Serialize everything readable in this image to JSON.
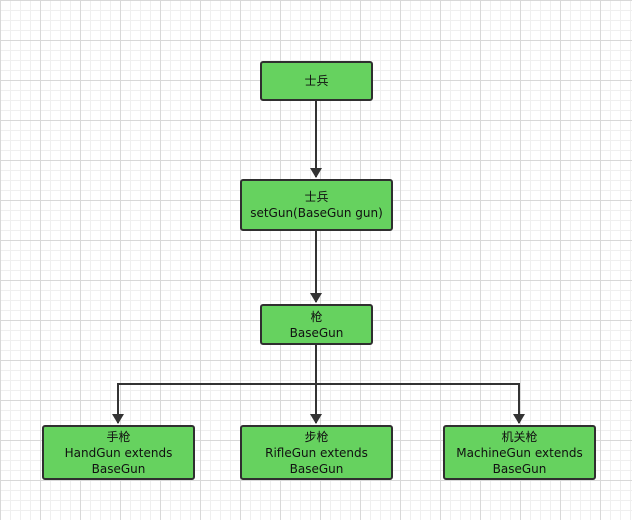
{
  "diagram": {
    "nodes": {
      "soldier": {
        "lines": [
          "士兵"
        ]
      },
      "soldier_setgun": {
        "lines": [
          "士兵",
          "setGun(BaseGun gun)"
        ]
      },
      "gun": {
        "lines": [
          "枪",
          "BaseGun"
        ]
      },
      "handgun": {
        "lines": [
          "手枪",
          "HandGun extends",
          "BaseGun"
        ]
      },
      "riflegun": {
        "lines": [
          "步枪",
          "RifleGun extends",
          "BaseGun"
        ]
      },
      "machinegun": {
        "lines": [
          "机关枪",
          "MachineGun extends",
          "BaseGun"
        ]
      }
    },
    "edges": [
      {
        "from": "soldier",
        "to": "soldier_setgun"
      },
      {
        "from": "soldier_setgun",
        "to": "gun"
      },
      {
        "from": "gun",
        "to": "handgun"
      },
      {
        "from": "gun",
        "to": "riflegun"
      },
      {
        "from": "gun",
        "to": "machinegun"
      }
    ],
    "colors": {
      "node_fill": "#66d25f",
      "node_border": "#2f2f2f",
      "edge": "#333333"
    }
  }
}
